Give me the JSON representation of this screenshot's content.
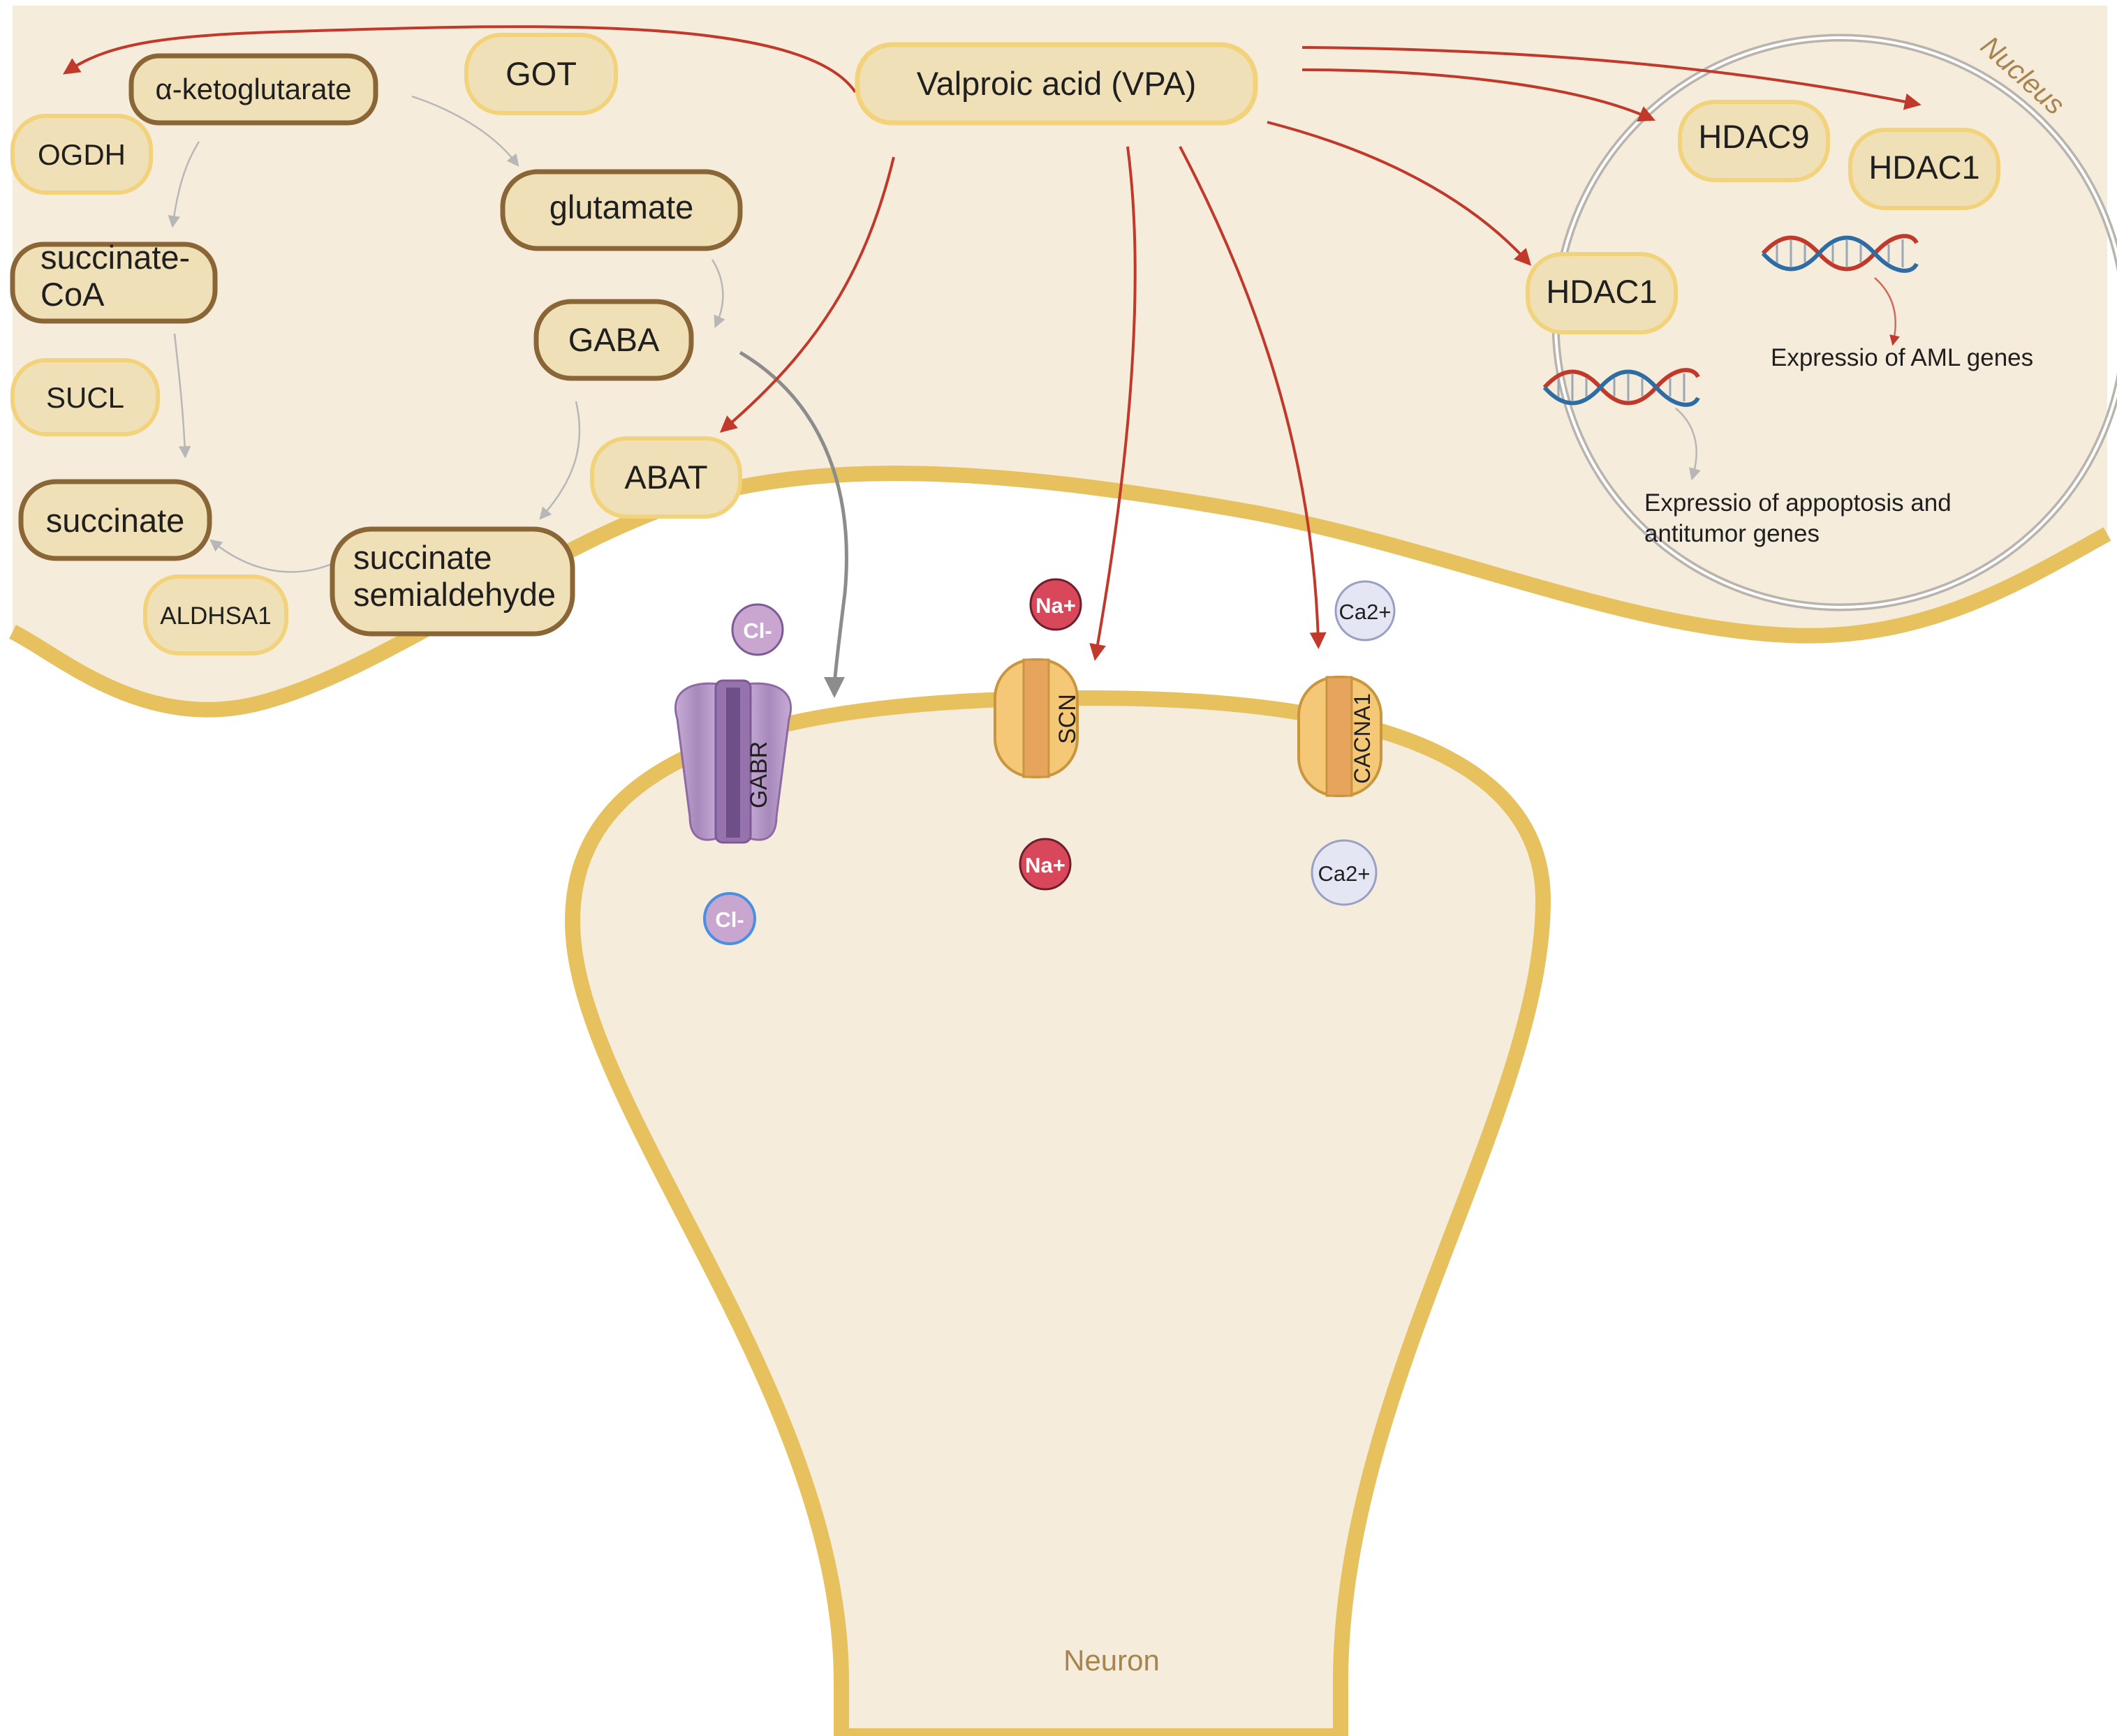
{
  "drug": {
    "label": "Valproic acid (VPA)"
  },
  "compartments": {
    "nucleus_label": "Nucleus",
    "neuron_label": "Neuron"
  },
  "metabolites": {
    "akg": "α-ketoglutarate",
    "succinyl_coa_line1": "succinate-",
    "succinyl_coa_line2": "CoA",
    "succinate": "succinate",
    "glutamate": "glutamate",
    "gaba": "GABA",
    "ssa_line1": "succinate",
    "ssa_line2": "semialdehyde"
  },
  "enzymes": {
    "ogdh": "OGDH",
    "got": "GOT",
    "sucl": "SUCL",
    "abat": "ABAT",
    "aldhsa1": "ALDHSA1",
    "hdac9": "HDAC9",
    "hdac1_nucleus": "HDAC1",
    "hdac1_cytoplasm": "HDAC1"
  },
  "gene_expression": {
    "aml": "Expressio of AML genes",
    "apoptosis_line1": "Expressio of appoptosis and",
    "apoptosis_line2": "antitumor genes"
  },
  "channels": {
    "gabr": "GABR",
    "scn": "SCN",
    "cacna1": "CACNA1"
  },
  "ions": {
    "cl_out": "Cl-",
    "cl_in": "Cl-",
    "na_out": "Na+",
    "na_in": "Na+",
    "ca_out": "Ca2+",
    "ca_in": "Ca2+"
  },
  "colors": {
    "cytoplasm": "#f5ecdc",
    "membrane": "#e6c15e",
    "pill_fill": "#f0e0b8",
    "metabolite_border": "#8a6536",
    "enzyme_border": "#f2d27a",
    "vpa_arrow": "#c0392b",
    "pathway_arrow": "#b7b7b7",
    "gaba_arrow": "#8c8c8c",
    "gabr": "#b99ac9",
    "channel": "#f5c878",
    "na_ion": "#d9475a",
    "ca_ion": "#e4e6f4",
    "cl_ion": "#c9a6cf"
  }
}
